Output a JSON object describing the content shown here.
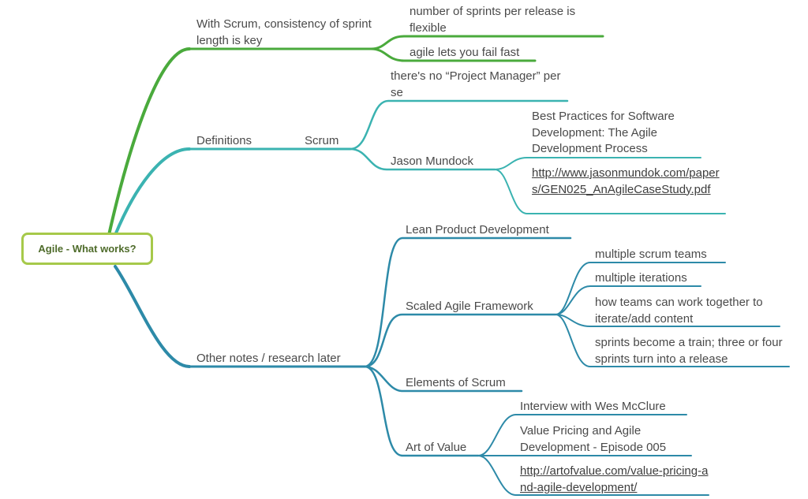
{
  "mindmap": {
    "root": "Agile - What works?",
    "colors": {
      "green": "#4aaa3c",
      "teal": "#3bb3b1",
      "blue": "#2d8aa8",
      "root_border": "#a6c94a"
    },
    "branches": {
      "scrum_consistency": {
        "label": "With Scrum, consistency of sprint length is key",
        "children": [
          "number of sprints per release is flexible",
          "agile lets you fail fast"
        ]
      },
      "definitions": {
        "label": "Definitions",
        "scrum": {
          "label": "Scrum",
          "no_pm": "there's no “Project Manager” per se",
          "jason": {
            "label": "Jason Mundock",
            "best_practices": "Best Practices for Software Development: The Agile Development Process",
            "url": "http://www.jasonmundok.com/papers/GEN025_AnAgileCaseStudy.pdf"
          }
        }
      },
      "other_notes": {
        "label": "Other notes / research later",
        "lean": "Lean Product Development",
        "safe": {
          "label": "Scaled Agile Framework",
          "children": [
            "multiple scrum teams",
            "multiple iterations",
            "how teams can work together to iterate/add content",
            "sprints become a train; three or four sprints turn into a release"
          ]
        },
        "elements": "Elements of Scrum",
        "art_of_value": {
          "label": "Art of Value",
          "children": [
            "Interview with Wes McClure",
            "Value Pricing and Agile Development - Episode 005",
            "http://artofvalue.com/value-pricing-and-agile-development/"
          ]
        }
      }
    }
  }
}
